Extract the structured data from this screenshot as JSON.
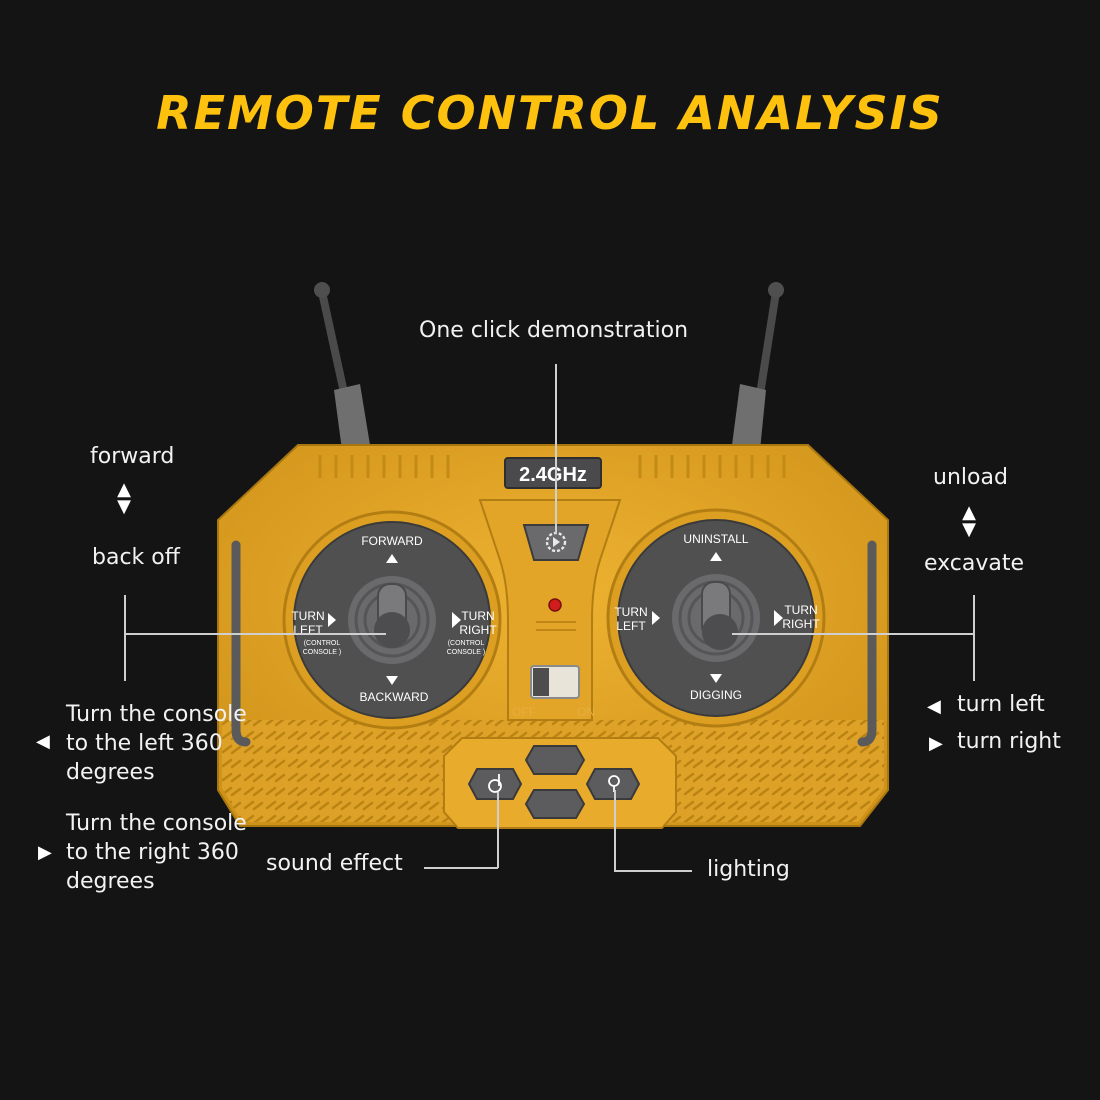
{
  "title": "REMOTE CONTROL ANALYSIS",
  "callouts": {
    "demo": "One click demonstration",
    "forward": "forward",
    "back_off": "back off",
    "unload": "unload",
    "excavate": "excavate",
    "turn_left": "turn left",
    "turn_right": "turn right",
    "console_left": "Turn the console to the left 360 degrees",
    "console_right": "Turn the console to the right 360 degrees",
    "sound": "sound effect",
    "lighting": "lighting"
  },
  "remote": {
    "frequency": "2.4GHz",
    "left_stick": {
      "up": "FORWARD",
      "down": "BACKWARD",
      "left_a": "TURN",
      "left_b": "LEFT",
      "right_a": "TURN",
      "right_b": "RIGHT",
      "sub_a": "(CONTROL",
      "sub_b": "CONSOLE )"
    },
    "right_stick": {
      "up": "UNINSTALL",
      "down": "DIGGING",
      "left_a": "TURN",
      "left_b": "LEFT",
      "right_a": "TURN",
      "right_b": "RIGHT"
    },
    "switch_off": "OFF",
    "switch_on": "ON"
  },
  "icons": {
    "demo_button": "gear-play-icon",
    "sound_button": "sound-icon",
    "light_button": "bulb-icon"
  },
  "colors": {
    "title": "#fdc10e",
    "body": "#e0a424",
    "panel": "#505051"
  }
}
